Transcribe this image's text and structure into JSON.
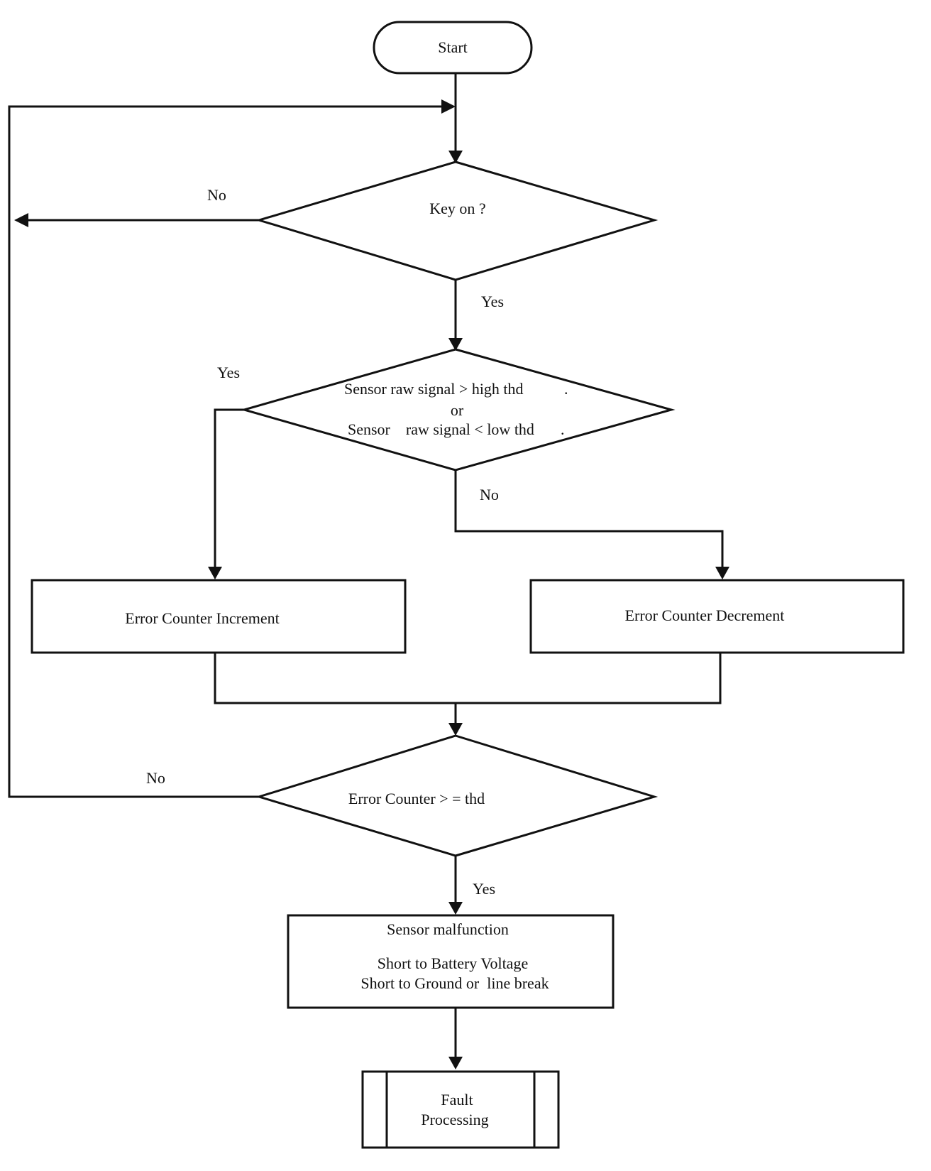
{
  "start": {
    "label": "Start"
  },
  "decision_key": {
    "label": "Key on ?",
    "no_label": "No",
    "yes_label": "Yes"
  },
  "decision_sensor": {
    "line1": "Sensor raw signal > high thd",
    "line2": "or",
    "line3": "Sensor    raw signal < low thd",
    "dot1": ".",
    "dot2": ".",
    "yes_label": "Yes",
    "no_label": "No"
  },
  "box_increment": {
    "label": "Error Counter Increment"
  },
  "box_decrement": {
    "label": "Error Counter Decrement"
  },
  "decision_counter": {
    "label": "Error Counter > = thd",
    "no_label": "No",
    "yes_label": "Yes"
  },
  "box_malfunction": {
    "line1": "Sensor malfunction",
    "line2": "Short to Battery Voltage",
    "line3": "Short to Ground or  line break"
  },
  "box_fault": {
    "line1": "Fault",
    "line2": "Processing"
  },
  "colors": {
    "stroke": "#111111",
    "background": "#ffffff"
  }
}
